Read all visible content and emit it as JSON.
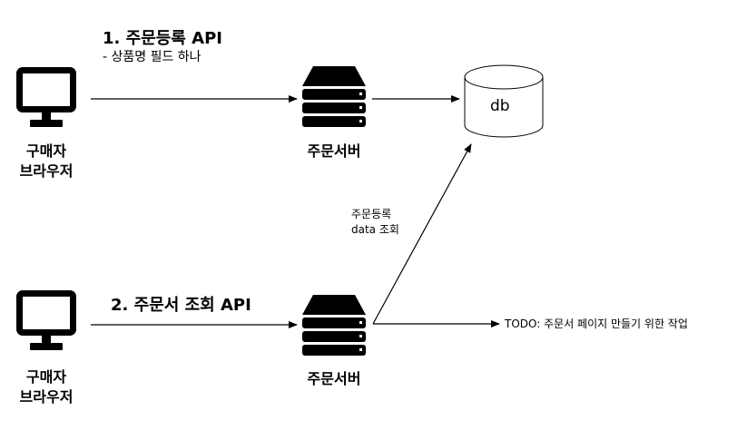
{
  "step1": {
    "title": "1.  주문등록 API",
    "subtitle": "- 상품명 필드 하나"
  },
  "step2": {
    "title": "2. 주문서 조회 API"
  },
  "client": {
    "line1": "구매자",
    "line2": "브라우저"
  },
  "server": {
    "label": "주문서버"
  },
  "db": {
    "label": "db"
  },
  "query_note": {
    "line1": "주문등록",
    "line2": "data 조회"
  },
  "todo": {
    "label": "TODO: 주문서 페이지 만들기 위한 작업"
  },
  "icons": [
    "monitor-icon",
    "server-icon",
    "database-icon"
  ]
}
